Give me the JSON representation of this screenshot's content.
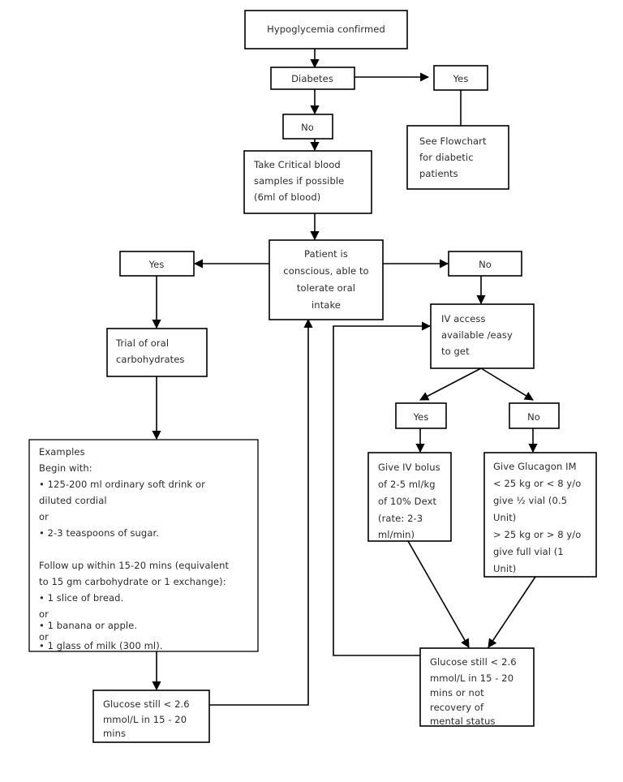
{
  "document": {
    "type": "clinical-flowchart",
    "title": "Hypoglycemia confirmed"
  },
  "nodes": {
    "hypoglycemia_confirmed": {
      "label": "Hypoglycemia confirmed"
    },
    "diabetes": {
      "label": "Diabetes"
    },
    "diabetes_yes": {
      "label": "Yes"
    },
    "diabetes_no": {
      "label": "No"
    },
    "see_flowchart": {
      "lines": [
        "See Flowchart",
        "for diabetic",
        "patients"
      ]
    },
    "critical_samples": {
      "lines": [
        "Take Critical blood",
        "samples if possible",
        "(6ml of blood)"
      ]
    },
    "patient_conscious": {
      "lines": [
        "Patient is",
        "conscious, able to",
        "tolerate oral",
        "intake"
      ]
    },
    "conscious_yes": {
      "label": "Yes"
    },
    "conscious_no": {
      "label": "No"
    },
    "trial_oral": {
      "lines": [
        "Trial of oral",
        "carbohydrates"
      ]
    },
    "examples": {
      "lines": [
        "Examples",
        "Begin with:",
        "• 125-200 ml ordinary soft drink or",
        "diluted cordial",
        "or",
        "• 2-3 teaspoons of sugar.",
        "",
        "Follow up within 15-20 mins (equivalent",
        "to 15 gm carbohydrate or 1 exchange):",
        "• 1 slice of bread.",
        "or",
        "• 1 banana or apple.",
        "or",
        "• 1 glass of milk (300 ml)."
      ]
    },
    "glucose_still_left": {
      "lines": [
        "Glucose still < 2.6",
        "mmol/L in 15 - 20",
        "mins"
      ]
    },
    "iv_access": {
      "lines": [
        "IV access",
        "available /easy",
        "to get"
      ]
    },
    "iv_yes": {
      "label": "Yes"
    },
    "iv_no": {
      "label": "No"
    },
    "give_iv_bolus": {
      "lines": [
        "Give IV bolus",
        "of 2-5 ml/kg",
        "of 10% Dext",
        "(rate: 2-3",
        "ml/min)"
      ]
    },
    "give_glucagon": {
      "lines": [
        "Give Glucagon IM",
        "< 25 kg or < 8 y/o",
        "give ½ vial (0.5",
        "Unit)",
        "> 25 kg or > 8 y/o",
        "give full vial (1",
        "Unit)"
      ]
    },
    "glucose_still_right": {
      "lines": [
        "Glucose still < 2.6",
        "mmol/L in 15 - 20",
        "mins or not",
        "recovery of",
        "mental status"
      ]
    }
  },
  "colors": {
    "stroke": "#000000",
    "background": "#ffffff",
    "text": "#2b2b2b"
  }
}
